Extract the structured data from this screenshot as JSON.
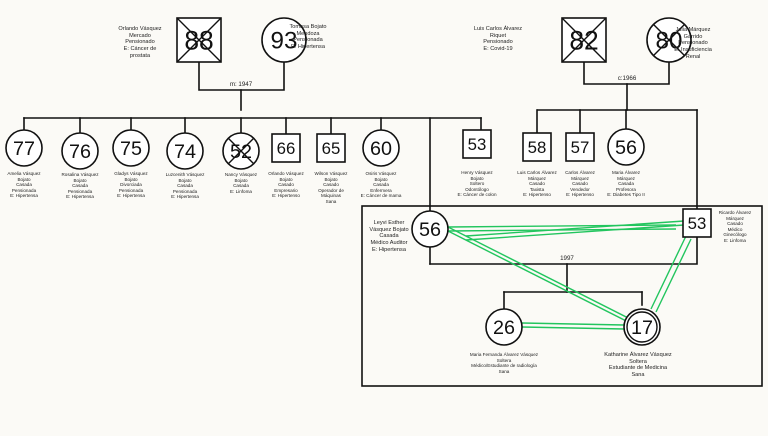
{
  "colors": {
    "line": "#111111",
    "emotional_link": "#22c55e",
    "background": "#fbfaf6"
  },
  "union_labels": {
    "paternal": "m: 1947",
    "maternal": "c:1966",
    "parents": "1997"
  },
  "people": {
    "orlando_sr": {
      "age": "88",
      "deceased": true,
      "sex": "male",
      "lines": [
        "Orlando Vásquez",
        "Mercado",
        "Pensionado",
        "E: Cáncer de",
        "prostata"
      ]
    },
    "tomasa": {
      "age": "93",
      "deceased": false,
      "sex": "female",
      "lines": [
        "Tomasa Bojato",
        "Mendoza",
        "Pensionada",
        "E: Hipertensa"
      ]
    },
    "luis_sr": {
      "age": "82",
      "deceased": true,
      "sex": "male",
      "lines": [
        "Luis Carlos Álvarez",
        "Riquet",
        "Pensionado",
        "E: Covid-19"
      ]
    },
    "julia": {
      "age": "80",
      "deceased": true,
      "sex": "female",
      "lines": [
        "Julia Márquez",
        "Garrido",
        "Pensionado",
        "E: Insuficiencia",
        "Renal"
      ]
    },
    "amelia": {
      "age": "77",
      "sex": "female",
      "lines": [
        "Amelia Vásquez",
        "Bojato",
        "Casada",
        "Pensionada",
        "E: Hipertensa"
      ]
    },
    "rosalina": {
      "age": "76",
      "sex": "female",
      "lines": [
        "Rosalina Vásquez",
        "Bojato",
        "Casada",
        "Pensionada",
        "E: Hipertensa"
      ]
    },
    "gladys": {
      "age": "75",
      "sex": "female",
      "lines": [
        "Gladys Vásquez",
        "Bojato",
        "Divorciada",
        "Pensionada",
        "E: Hipertensa"
      ]
    },
    "luzcenith": {
      "age": "74",
      "sex": "female",
      "lines": [
        "Luzcenith Vásquez",
        "Bojato",
        "Casada",
        "Pensionada",
        "E: Hipertensa"
      ]
    },
    "nancy": {
      "age": "52",
      "deceased": true,
      "sex": "female",
      "lines": [
        "Nancy Vásquez",
        "Bojato",
        "Casada",
        "E: Linfoma"
      ]
    },
    "orlando_jr": {
      "age": "66",
      "sex": "male",
      "lines": [
        "Orlando Vásquez",
        "Bojato",
        "Casado",
        "Empresario",
        "E: Hipertenso"
      ]
    },
    "wilson": {
      "age": "65",
      "sex": "male",
      "lines": [
        "Wilson Vásquez",
        "Bojato",
        "Casado",
        "Operador de",
        "Máquinas",
        "Sana"
      ]
    },
    "osiris": {
      "age": "60",
      "sex": "female",
      "lines": [
        "Osiris Vásquez",
        "Bojato",
        "Casada",
        "Enfermera",
        "E: Cáncer de mama"
      ]
    },
    "henry": {
      "age": "53",
      "sex": "male",
      "lines": [
        "Henry Vásquez",
        "Bojato",
        "Soltero",
        "Odontólogo",
        "E: Cáncer de colon"
      ]
    },
    "luis_jr": {
      "age": "58",
      "sex": "male",
      "lines": [
        "Luis Carlos Álvarez",
        "Márquez",
        "Casado",
        "Taxista",
        "E: Hipertenso"
      ]
    },
    "carlos": {
      "age": "57",
      "sex": "male",
      "lines": [
        "Carlos Álvarez",
        "Márquez",
        "Casado",
        "Vendedor",
        "E: Hipertenso"
      ]
    },
    "maria": {
      "age": "56",
      "sex": "female",
      "lines": [
        "Maria Álvarez",
        "Márquez",
        "Casada",
        "Profesora",
        "E: Diabetes Tipo II"
      ]
    },
    "leyvi": {
      "age": "56",
      "sex": "female",
      "lines": [
        "Leyvi Esther",
        "Vásquez Bojato",
        "Casada",
        "Médico Auditor",
        "E: Hipertensa"
      ]
    },
    "ricardo": {
      "age": "53",
      "sex": "male",
      "lines": [
        "Ricardo Álvarez",
        "Márquez",
        "Casado",
        "Médico",
        "Ginecólogo",
        "E: Linfoma"
      ]
    },
    "maria_fernanda": {
      "age": "26",
      "sex": "female",
      "lines": [
        "Maria Fernanda Álvarez Vásquez",
        "Soltera",
        "Médico/Estudiante de radiología",
        "Sana"
      ]
    },
    "katharine": {
      "age": "17",
      "sex": "female",
      "index": true,
      "lines": [
        "Katharine Álvarez Vásquez",
        "Soltera",
        "Estudiante de Medicina",
        "Sana"
      ]
    }
  }
}
